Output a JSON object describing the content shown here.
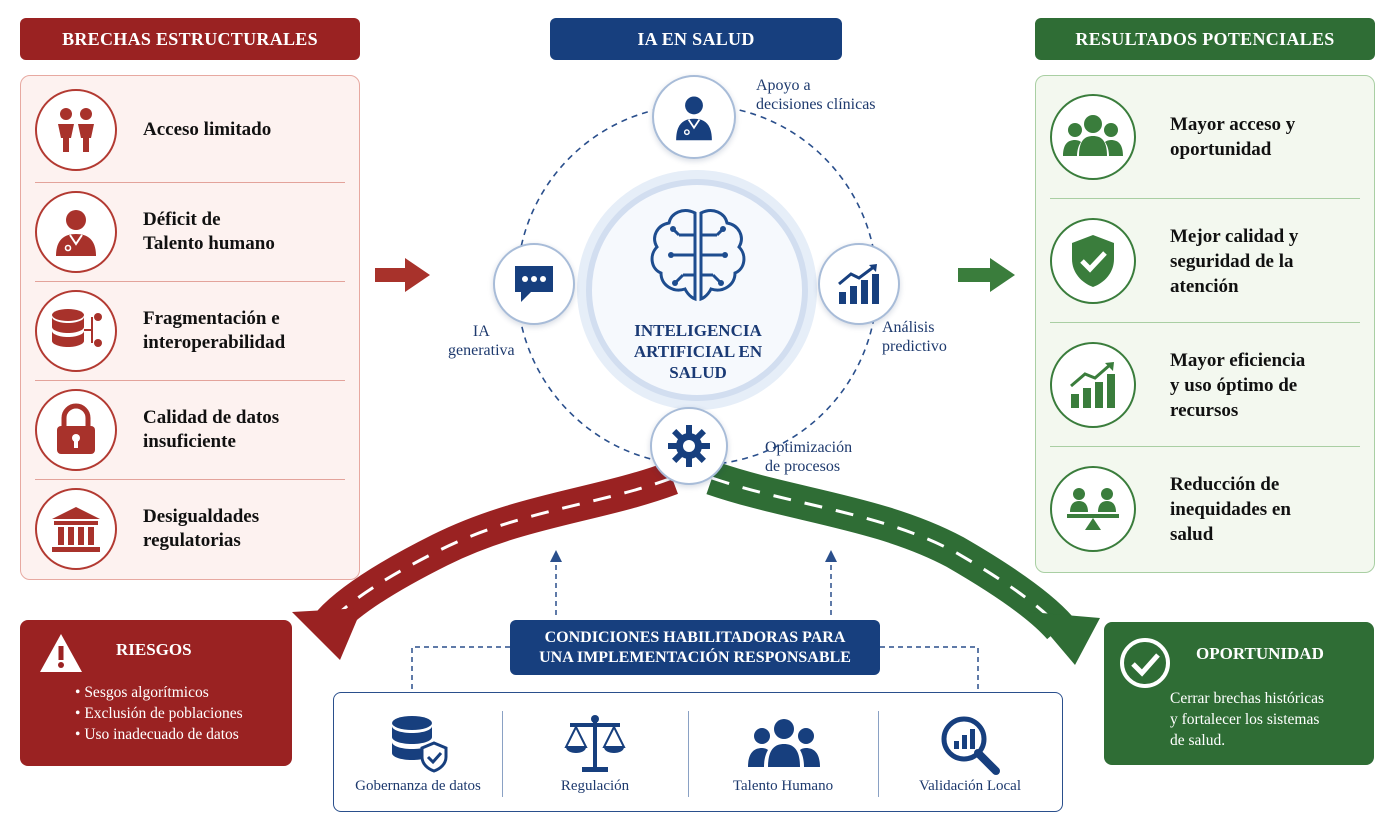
{
  "headers": {
    "left": "BRECHAS ESTRUCTURALES",
    "center": "IA EN SALUD",
    "right": "RESULTADOS POTENCIALES"
  },
  "gaps": [
    {
      "label": "Acceso limitado",
      "icon": "people-icon"
    },
    {
      "label": "Déficit de\nTalento humano",
      "icon": "doctor-icon"
    },
    {
      "label": "Fragmentación e\ninteroperabilidad",
      "icon": "database-network-icon"
    },
    {
      "label": "Calidad de datos\ninsuficiente",
      "icon": "lock-icon"
    },
    {
      "label": "Desigualdades\nregulatorias",
      "icon": "government-building-icon"
    }
  ],
  "center": {
    "title": "INTELIGENCIA\nARTIFICIAL EN\nSALUD",
    "nodes": [
      {
        "label": "Apoyo a\ndecisiones clínicas",
        "icon": "doctor-icon"
      },
      {
        "label": "IA\ngenerativa",
        "icon": "chat-bubble-icon"
      },
      {
        "label": "Análisis\npredictivo",
        "icon": "bar-chart-up-icon"
      },
      {
        "label": "Optimización\nde procesos",
        "icon": "gear-icon"
      }
    ]
  },
  "outcomes": [
    {
      "label": "Mayor acceso y\noportunidad",
      "icon": "group-icon"
    },
    {
      "label": "Mejor calidad y\nseguridad de la\natención",
      "icon": "shield-check-icon"
    },
    {
      "label": "Mayor eficiencia\ny uso óptimo de\nrecursos",
      "icon": "growth-chart-icon"
    },
    {
      "label": "Reducción de\ninequidades en\nsalud",
      "icon": "balance-people-icon"
    }
  ],
  "risks": {
    "title": "RIESGOS",
    "items": [
      "Sesgos algorítmicos",
      "Exclusión de poblaciones",
      "Uso inadecuado de datos"
    ]
  },
  "opportunity": {
    "title": "OPORTUNIDAD",
    "text": "Cerrar brechas históricas\ny fortalecer los sistemas\nde salud."
  },
  "conditions": {
    "title": "CONDICIONES HABILITADORAS PARA\nUNA IMPLEMENTACIÓN RESPONSABLE",
    "items": [
      {
        "label": "Gobernanza de datos",
        "icon": "database-shield-icon"
      },
      {
        "label": "Regulación",
        "icon": "scales-icon"
      },
      {
        "label": "Talento Humano",
        "icon": "team-icon"
      },
      {
        "label": "Validación Local",
        "icon": "magnifier-chart-icon"
      }
    ]
  },
  "colors": {
    "red": "#9a2222",
    "blue": "#173f7e",
    "green": "#2f6d35"
  }
}
